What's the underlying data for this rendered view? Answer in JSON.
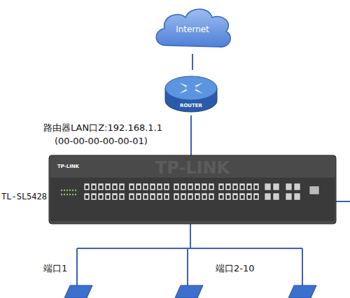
{
  "diagram": {
    "nodes": [
      {
        "text": [
          "Internet"
        ]
      },
      {
        "text": [
          "ROUTER"
        ]
      },
      {
        "text": [
          "TL-SL5428",
          "TP-LINK",
          "TP-LINK"
        ]
      }
    ],
    "edges": [
      {
        "from": 0,
        "to": 1,
        "arrow": "none"
      },
      {
        "from": 1,
        "to": 2,
        "arrow": "none"
      }
    ],
    "labels": [
      "路由器LAN口Z:192.168.1.1",
      "(00-00-00-00-00-01)",
      "端口1",
      "端口2-10"
    ]
  }
}
